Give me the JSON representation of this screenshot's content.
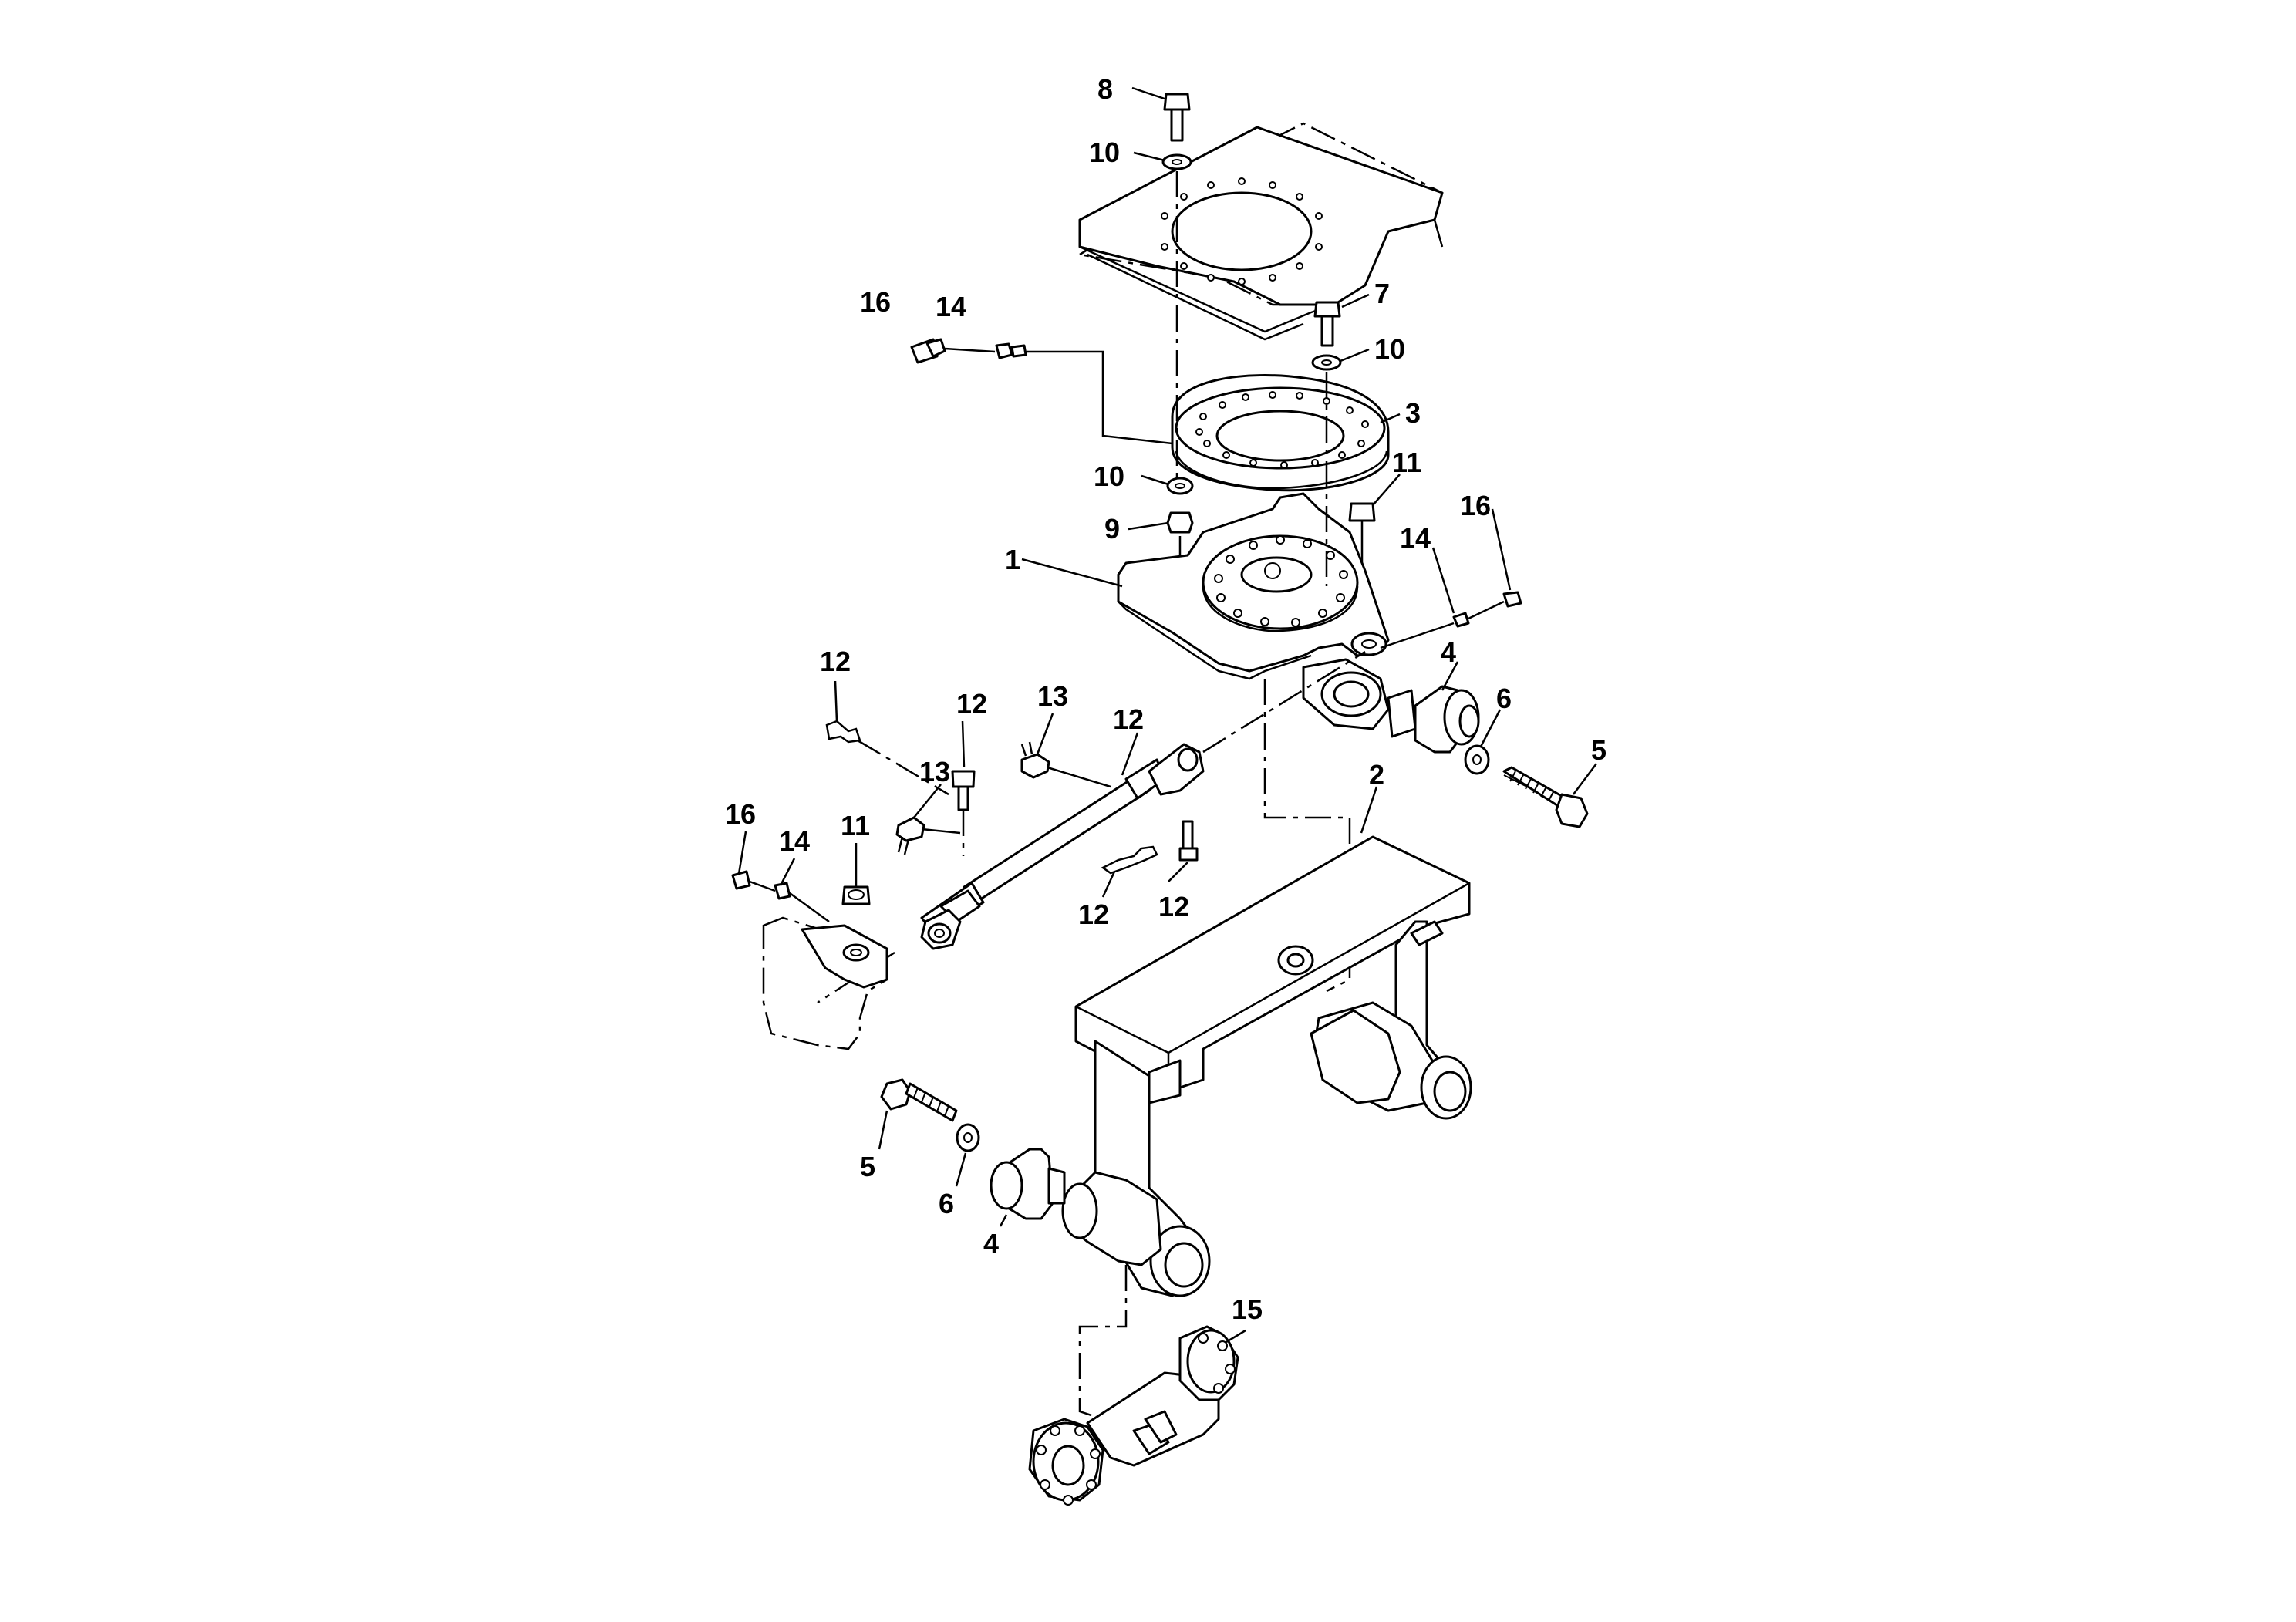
{
  "diagram": {
    "type": "exploded-parts-view",
    "callouts": {
      "c1": "1",
      "c2": "2",
      "c3": "3",
      "c4a": "4",
      "c4b": "4",
      "c5a": "5",
      "c5b": "5",
      "c6a": "6",
      "c6b": "6",
      "c7": "7",
      "c8": "8",
      "c9": "9",
      "c10a": "10",
      "c10b": "10",
      "c10c": "10",
      "c11a": "11",
      "c11b": "11",
      "c12a": "12",
      "c12b": "12",
      "c12c": "12",
      "c12d": "12",
      "c12e": "12",
      "c13a": "13",
      "c13b": "13",
      "c14a": "14",
      "c14b": "14",
      "c14c": "14",
      "c15": "15",
      "c16a": "16",
      "c16b": "16",
      "c16c": "16"
    }
  }
}
